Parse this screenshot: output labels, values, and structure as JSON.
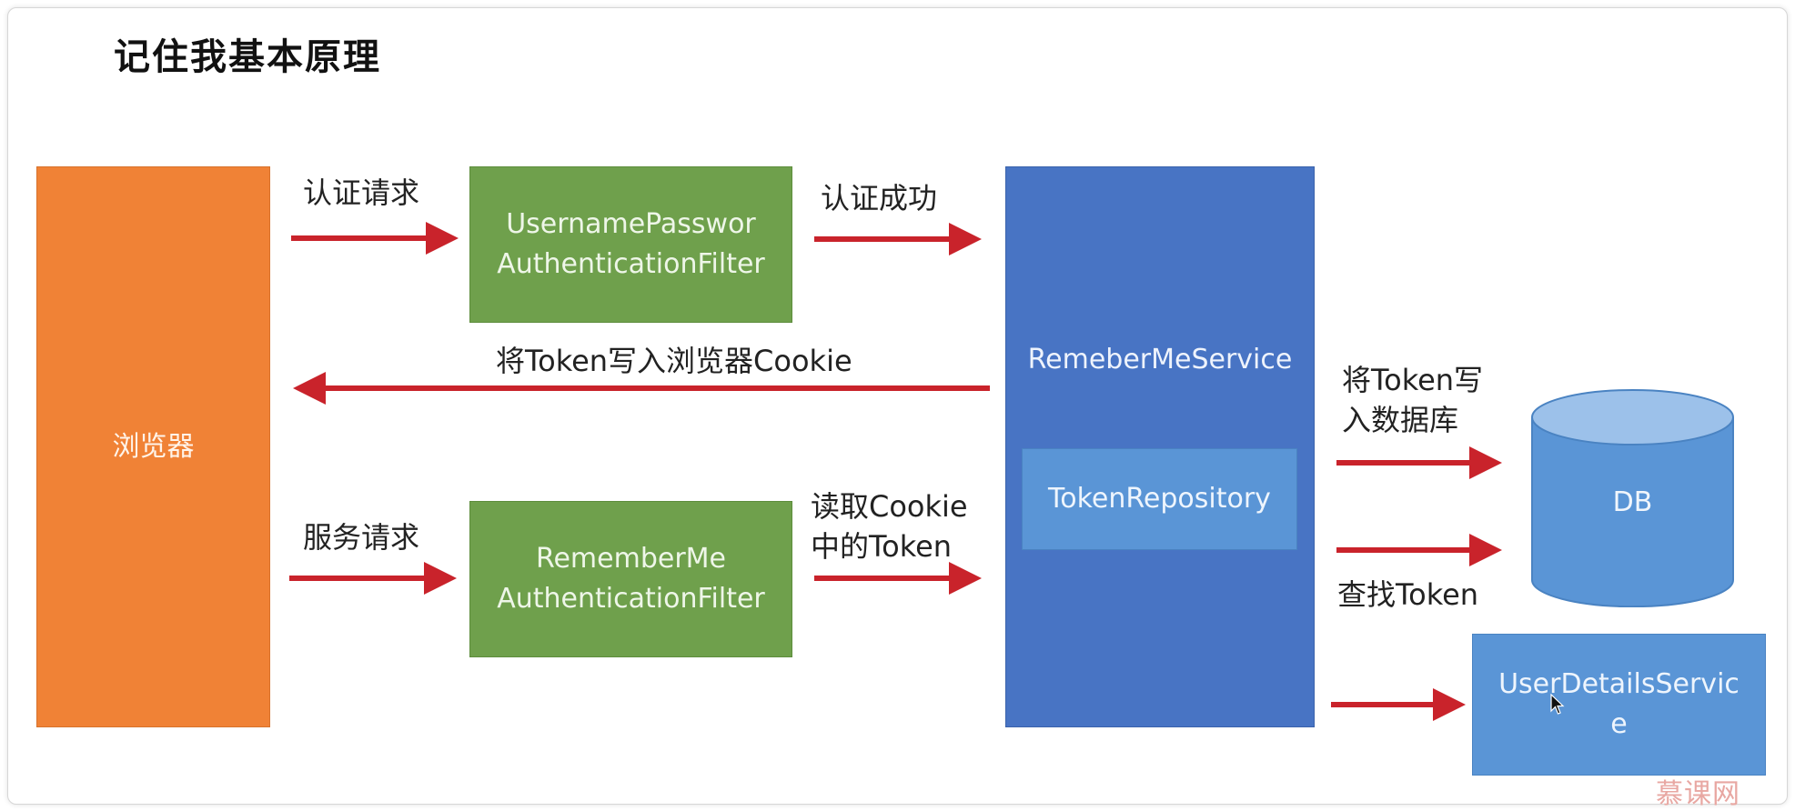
{
  "title": "记住我基本原理",
  "nodes": {
    "browser": "浏览器",
    "up_filter_line1": "UsernamePasswor",
    "up_filter_line2": "AuthenticationFilter",
    "rm_filter_line1": "RememberMe",
    "rm_filter_line2": "AuthenticationFilter",
    "service": "RemeberMeService",
    "repository": "TokenRepository",
    "db": "DB",
    "uds_line1": "UserDetailsServic",
    "uds_line2": "e"
  },
  "edges": {
    "auth_request": "认证请求",
    "auth_success": "认证成功",
    "write_cookie": "将Token写入浏览器Cookie",
    "write_db_line1": "将Token写",
    "write_db_line2": "入数据库",
    "service_request": "服务请求",
    "read_cookie_line1": "读取Cookie",
    "read_cookie_line2": "中的Token",
    "find_token": "查找Token"
  },
  "watermark": "慕课网",
  "colors": {
    "arrow": "#c9232b",
    "browser": "#f08236",
    "filter": "#6fa04c",
    "service": "#4874c4",
    "light_blue": "#5a95d6"
  }
}
